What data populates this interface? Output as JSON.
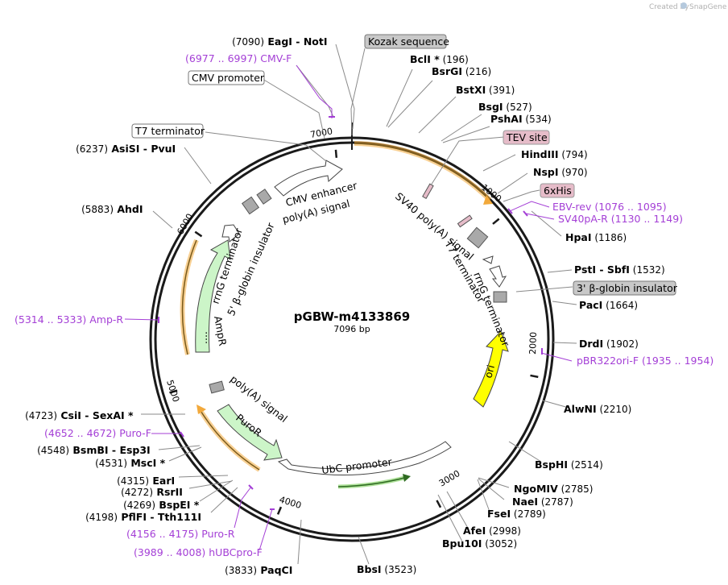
{
  "credit": {
    "prefix": "Created by",
    "brand": "SnapGene"
  },
  "plasmid": {
    "name": "pGBW-m4133869",
    "size": "7096 bp"
  },
  "ticks": [
    "1000",
    "2000",
    "3000",
    "4000",
    "5000",
    "6000",
    "7000"
  ],
  "sites": [
    {
      "id": "s7090",
      "label": "EagI",
      "sep": " - ",
      "label2": "NotI",
      "pos": "(7090)"
    },
    {
      "id": "s196",
      "label": "BclI *",
      "pos": "(196)"
    },
    {
      "id": "s216",
      "label": "BsrGI",
      "pos": "(216)"
    },
    {
      "id": "s391",
      "label": "BstXI",
      "pos": "(391)"
    },
    {
      "id": "s527",
      "label": "BsgI",
      "pos": "(527)"
    },
    {
      "id": "s534",
      "label": "PshAI",
      "pos": "(534)"
    },
    {
      "id": "s794",
      "label": "HindIII",
      "pos": "(794)"
    },
    {
      "id": "s970",
      "label": "NspI",
      "pos": "(970)"
    },
    {
      "id": "s1186",
      "label": "HpaI",
      "pos": "(1186)"
    },
    {
      "id": "s1532",
      "label": "PstI",
      "sep": " - ",
      "label2": "SbfI",
      "pos": "(1532)"
    },
    {
      "id": "s1664",
      "label": "PacI",
      "pos": "(1664)"
    },
    {
      "id": "s1902",
      "label": "DrdI",
      "pos": "(1902)"
    },
    {
      "id": "s2210",
      "label": "AlwNI",
      "pos": "(2210)"
    },
    {
      "id": "s2514",
      "label": "BspHI",
      "pos": "(2514)"
    },
    {
      "id": "s2785",
      "label": "NgoMIV",
      "pos": "(2785)"
    },
    {
      "id": "s2787",
      "label": "NaeI",
      "pos": "(2787)"
    },
    {
      "id": "s2789",
      "label": "FseI",
      "pos": "(2789)"
    },
    {
      "id": "s2998",
      "label": "AfeI",
      "pos": "(2998)"
    },
    {
      "id": "s3052",
      "label": "Bpu10I",
      "pos": "(3052)"
    },
    {
      "id": "s3523",
      "label": "BbsI",
      "pos": "(3523)"
    },
    {
      "id": "s3833",
      "label": "PaqCI",
      "pos": "(3833)"
    },
    {
      "id": "s4198",
      "label": "PflFI",
      "sep": " - ",
      "label2": "Tth111I",
      "pos": "(4198)"
    },
    {
      "id": "s4269",
      "label": "BspEI *",
      "pos": "(4269)"
    },
    {
      "id": "s4272",
      "label": "RsrII",
      "pos": "(4272)"
    },
    {
      "id": "s4315",
      "label": "EarI",
      "pos": "(4315)"
    },
    {
      "id": "s4531",
      "label": "MscI *",
      "pos": "(4531)"
    },
    {
      "id": "s4548",
      "label": "BsmBI",
      "sep": " - ",
      "label2": "Esp3I",
      "pos": "(4548)"
    },
    {
      "id": "s4723",
      "label": "CsiI",
      "sep": " - ",
      "label2": "SexAI *",
      "pos": "(4723)"
    },
    {
      "id": "s5883",
      "label": "AhdI",
      "pos": "(5883)"
    },
    {
      "id": "s6237",
      "label": "AsiSI",
      "sep": " - ",
      "label2": "PvuI",
      "pos": "(6237)"
    }
  ],
  "primers": [
    {
      "id": "p_cmvf",
      "range": "(6977 .. 6997)",
      "name": "CMV-F"
    },
    {
      "id": "p_ebv",
      "name": "EBV-rev",
      "range": "(1076 .. 1095)"
    },
    {
      "id": "p_sv40",
      "name": "SV40pA-R",
      "range": "(1130 .. 1149)"
    },
    {
      "id": "p_pbr",
      "name": "pBR322ori-F",
      "range": "(1935 .. 1954)"
    },
    {
      "id": "p_ampr",
      "range": "(5314 .. 5333)",
      "name": "Amp-R"
    },
    {
      "id": "p_purof",
      "range": "(4652 .. 4672)",
      "name": "Puro-F"
    },
    {
      "id": "p_puror",
      "range": "(4156 .. 4175)",
      "name": "Puro-R"
    },
    {
      "id": "p_hubc",
      "range": "(3989 .. 4008)",
      "name": "hUBCpro-F"
    }
  ],
  "callouts": {
    "kozak": "Kozak sequence",
    "cmv_promoter": "CMV promoter",
    "t7_terminator": "T7 terminator",
    "tev": "TEV site",
    "his": "6xHis",
    "bglobin": "3' β-globin insulator"
  },
  "features": {
    "cmv_enhancer": "CMV enhancer",
    "polya_top": "poly(A) signal",
    "sv40": "SV40 poly(A) signal",
    "t7_right": "T7 terminator",
    "rrng_right": "rrnG terminator",
    "ori": "ori",
    "ubc": "UbC promoter",
    "puror": "PuroR",
    "polya_left": "poly(A) signal",
    "ampr": "AmpR",
    "rrng_left": "rrnG terminator",
    "bglobin_left": "5' β-globin insulator",
    "ampr_dots": "...."
  },
  "colors": {
    "backbone": "#1a1a1a",
    "orange": "#f2a93b",
    "green_feature": "#ccf5c8",
    "ori_yellow": "#ffff00",
    "primer": "#a43fd6",
    "grey_callout": "#c8c8c8",
    "pink_callout": "#e6bcc9"
  }
}
